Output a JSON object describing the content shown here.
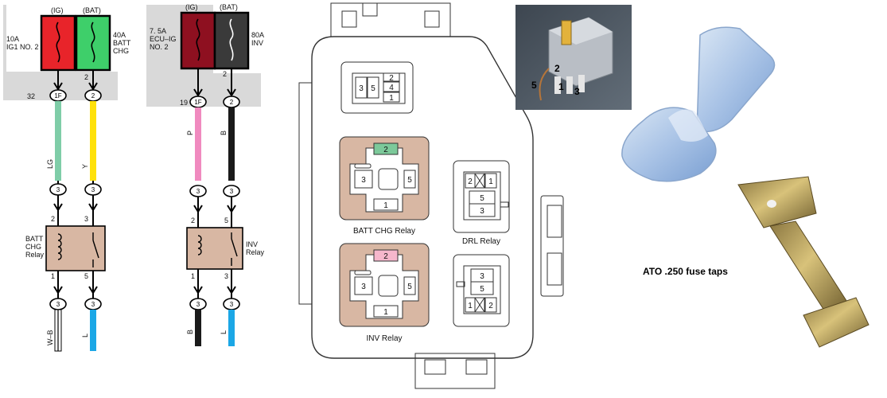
{
  "wiring_left": {
    "fuse_ig": {
      "source": "(IG)",
      "rating": "10A",
      "name": "IG1 NO. 2",
      "pin": "32",
      "connector": "1F",
      "wire": "LG"
    },
    "fuse_bat": {
      "source": "(BAT)",
      "rating": "40A",
      "name_line1": "BATT",
      "name_line2": "CHG",
      "pin": "2",
      "connector": "2",
      "wire": "Y"
    },
    "relay": {
      "name_line1": "BATT",
      "name_line2": "CHG",
      "name_line3": "Relay",
      "conn": "3",
      "pin_tl": "2",
      "pin_tr": "3",
      "pin_bl": "1",
      "pin_br": "5",
      "wire_out_left": "W–B",
      "wire_out_right": "L"
    }
  },
  "wiring_right": {
    "fuse_ig": {
      "source": "(IG)",
      "rating": "7. 5A",
      "name_line1": "ECU–IG",
      "name_line2": "NO. 2",
      "pin": "19",
      "connector": "1F",
      "wire": "P"
    },
    "fuse_bat": {
      "source": "(BAT)",
      "rating": "80A",
      "name": "INV",
      "pin": "2",
      "connector": "2",
      "wire": "B"
    },
    "relay": {
      "name_line1": "INV",
      "name_line2": "Relay",
      "conn": "3",
      "pin_tl": "2",
      "pin_tr": "5",
      "pin_bl": "1",
      "pin_br": "3",
      "wire_out_left": "B",
      "wire_out_right": "L"
    }
  },
  "relay_box": {
    "top_socket_pins": [
      "3",
      "5",
      "2",
      "4",
      "1"
    ],
    "batt_chg": {
      "label": "BATT CHG Relay",
      "pins": [
        "2",
        "3",
        "5",
        "1"
      ]
    },
    "inv": {
      "label": "INV Relay",
      "pins": [
        "2",
        "3",
        "5",
        "1"
      ]
    },
    "drl": {
      "label": "DRL Relay",
      "pins": [
        "2",
        "1",
        "5",
        "3"
      ]
    },
    "small_socket_pins": [
      "3",
      "5",
      "1",
      "2"
    ]
  },
  "photo_relay_pins": [
    "2",
    "5",
    "1",
    "3"
  ],
  "caption": "ATO .250 fuse taps",
  "colors": {
    "fuse_red": "#e8242a",
    "fuse_green": "#3ecf6a",
    "fuse_darkred": "#8e1020",
    "fuse_dark": "#3a3a3a",
    "wire_lg": "#7fcda8",
    "wire_y": "#ffe10a",
    "wire_p": "#f08abf",
    "wire_b": "#1a1a1a",
    "wire_l": "#1ba7e6",
    "relay_fill": "#d8b7a3",
    "panel_gray": "#d9d9d9",
    "pin_green": "#7cc99a",
    "pin_pink": "#f6b7cc"
  }
}
